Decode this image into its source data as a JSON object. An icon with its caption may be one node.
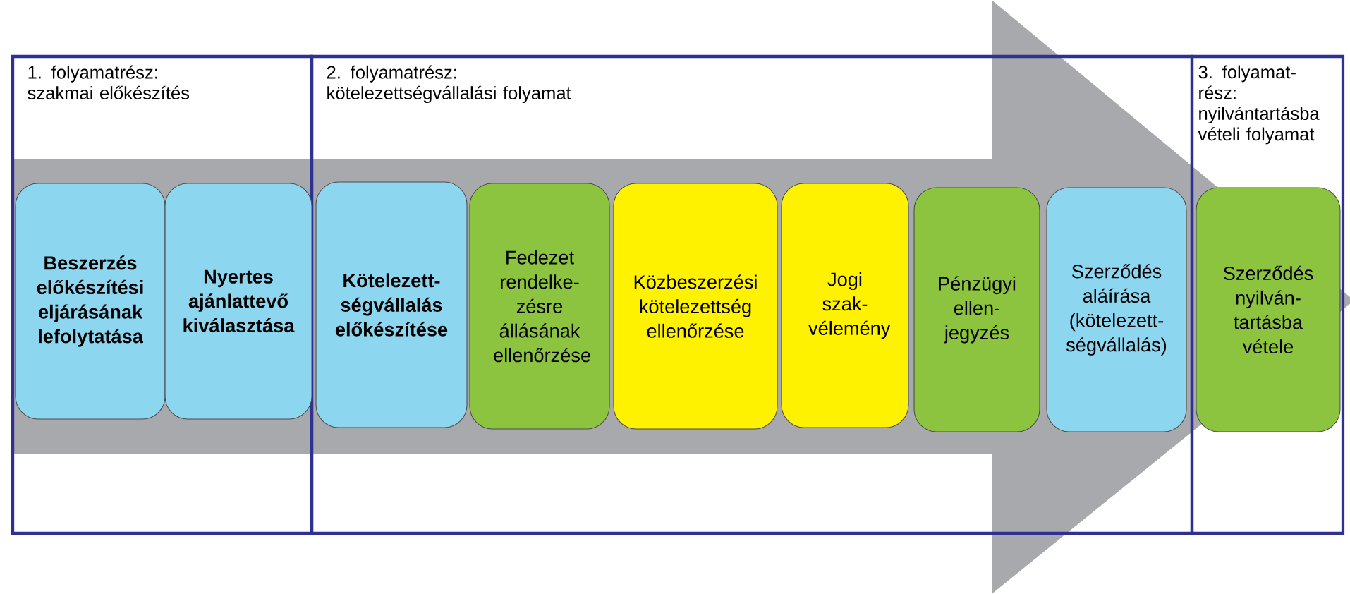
{
  "diagram": {
    "nodes": [
      {
        "text": [
          "1. folyamatrész: szakmai előkészítés"
        ]
      },
      {
        "text": [
          "2. folyamatrész: kötelezettségvállalási folyamat"
        ]
      },
      {
        "text": [
          "3. folyamat- rész: nyilvántartásba vételi folyamat"
        ]
      },
      {
        "text": [
          "Beszerzés előkészítési eljárásának lefolytatása"
        ],
        "in": 0
      },
      {
        "text": [
          "Nyertes ajánlattevő kiválasztása"
        ],
        "in": 0
      },
      {
        "text": [
          "Kötelezett- ségvállalás előkészítése"
        ],
        "in": 1
      },
      {
        "text": [
          "Fedezet rendelke- zésre állásának ellenőrzése"
        ],
        "in": 1
      },
      {
        "text": [
          "Közbeszerzési kötelezettség ellenőrzése"
        ],
        "in": 1
      },
      {
        "text": [
          "Jogi szak- vélemény"
        ],
        "in": 1
      },
      {
        "text": [
          "Pénzügyi ellen- jegyzés"
        ],
        "in": 1
      },
      {
        "text": [
          "Szerződés aláírása (kötelezett- ségvállalás)"
        ],
        "in": 1
      },
      {
        "text": [
          "Szerződés nyilván- tartásba vétele"
        ],
        "in": 2
      }
    ],
    "edges": [
      {
        "from": 3,
        "to": 11,
        "arrow": "to"
      }
    ]
  }
}
